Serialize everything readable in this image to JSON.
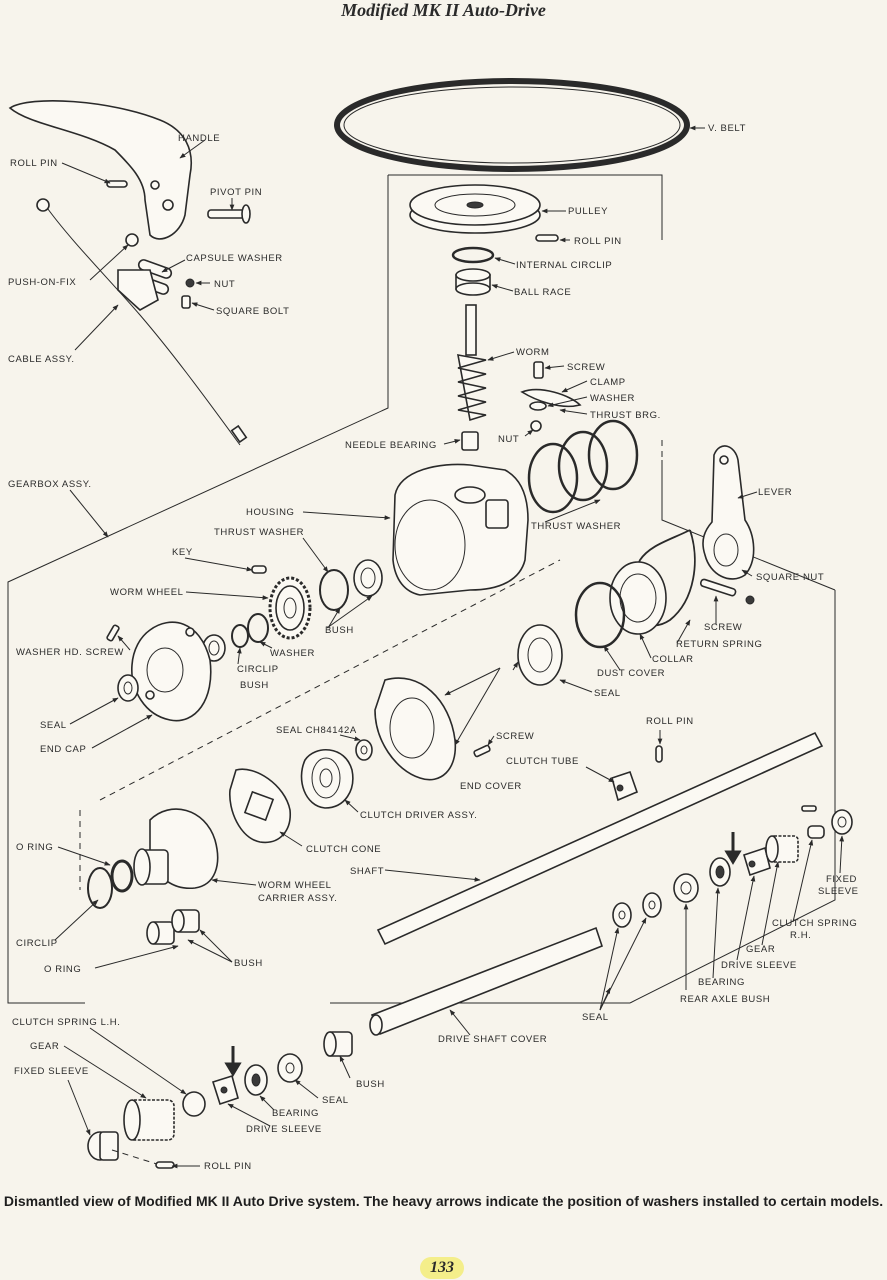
{
  "title": "Modified MK II Auto-Drive",
  "caption": "Dismantled view of Modified MK II Auto Drive system.  The heavy arrows indicate the position of washers installed to certain models.",
  "page_number": "133",
  "labels": {
    "handle": "HANDLE",
    "roll_pin_top": "ROLL PIN",
    "pivot_pin": "PIVOT PIN",
    "capsule_washer": "CAPSULE WASHER",
    "push_on_fix": "PUSH-ON-FIX",
    "nut_top": "NUT",
    "square_bolt": "SQUARE BOLT",
    "cable_assy": "CABLE ASSY.",
    "v_belt": "V. BELT",
    "pulley": "PULLEY",
    "roll_pin_pulley": "ROLL PIN",
    "internal_circlip": "INTERNAL CIRCLIP",
    "ball_race": "BALL RACE",
    "worm": "WORM",
    "screw_worm": "SCREW",
    "clamp": "CLAMP",
    "washer_clamp": "WASHER",
    "thrust_brg": "THRUST BRG.",
    "nut_mid": "NUT",
    "needle_bearing": "NEEDLE BEARING",
    "gearbox_assy": "GEARBOX ASSY.",
    "housing": "HOUSING",
    "thrust_washer_left": "THRUST WASHER",
    "thrust_washer_right": "THRUST WASHER",
    "lever": "LEVER",
    "key": "KEY",
    "worm_wheel": "WORM WHEEL",
    "square_nut": "SQUARE NUT",
    "bush_mid": "BUSH",
    "washer_hd_screw": "WASHER HD. SCREW",
    "washer_mid": "WASHER",
    "circlip_mid": "CIRCLIP",
    "bush_lower": "BUSH",
    "screw_lever": "SCREW",
    "return_spring": "RETURN SPRING",
    "collar": "COLLAR",
    "dust_cover": "DUST COVER",
    "seal_right": "SEAL",
    "seal_left": "SEAL",
    "end_cap": "END CAP",
    "seal_ch": "SEAL  CH84142A",
    "screw_end_cover": "SCREW",
    "roll_pin_right": "ROLL PIN",
    "clutch_tube": "CLUTCH TUBE",
    "end_cover": "END COVER",
    "clutch_driver_assy": "CLUTCH DRIVER ASSY.",
    "o_ring_top": "O RING",
    "clutch_cone": "CLUTCH CONE",
    "shaft": "SHAFT",
    "worm_wheel_carrier_1": "WORM WHEEL",
    "worm_wheel_carrier_2": "CARRIER ASSY.",
    "fixed_sleeve_r_1": "FIXED",
    "fixed_sleeve_r_2": "SLEEVE",
    "clutch_spring_rh_1": "CLUTCH SPRING",
    "clutch_spring_rh_2": "R.H.",
    "gear_right": "GEAR",
    "drive_sleeve_right": "DRIVE SLEEVE",
    "bearing_right": "BEARING",
    "rear_axle_bush": "REAR AXLE BUSH",
    "circlip_left": "CIRCLIP",
    "o_ring_bottom": "O RING",
    "bush_left": "BUSH",
    "seal_bottom": "SEAL",
    "clutch_spring_lh": "CLUTCH SPRING L.H.",
    "drive_shaft_cover": "DRIVE SHAFT COVER",
    "gear_left": "GEAR",
    "fixed_sleeve_left": "FIXED SLEEVE",
    "bush_bottom": "BUSH",
    "seal_small": "SEAL",
    "bearing_left": "BEARING",
    "drive_sleeve_left": "DRIVE SLEEVE",
    "roll_pin_bottom": "ROLL PIN"
  }
}
